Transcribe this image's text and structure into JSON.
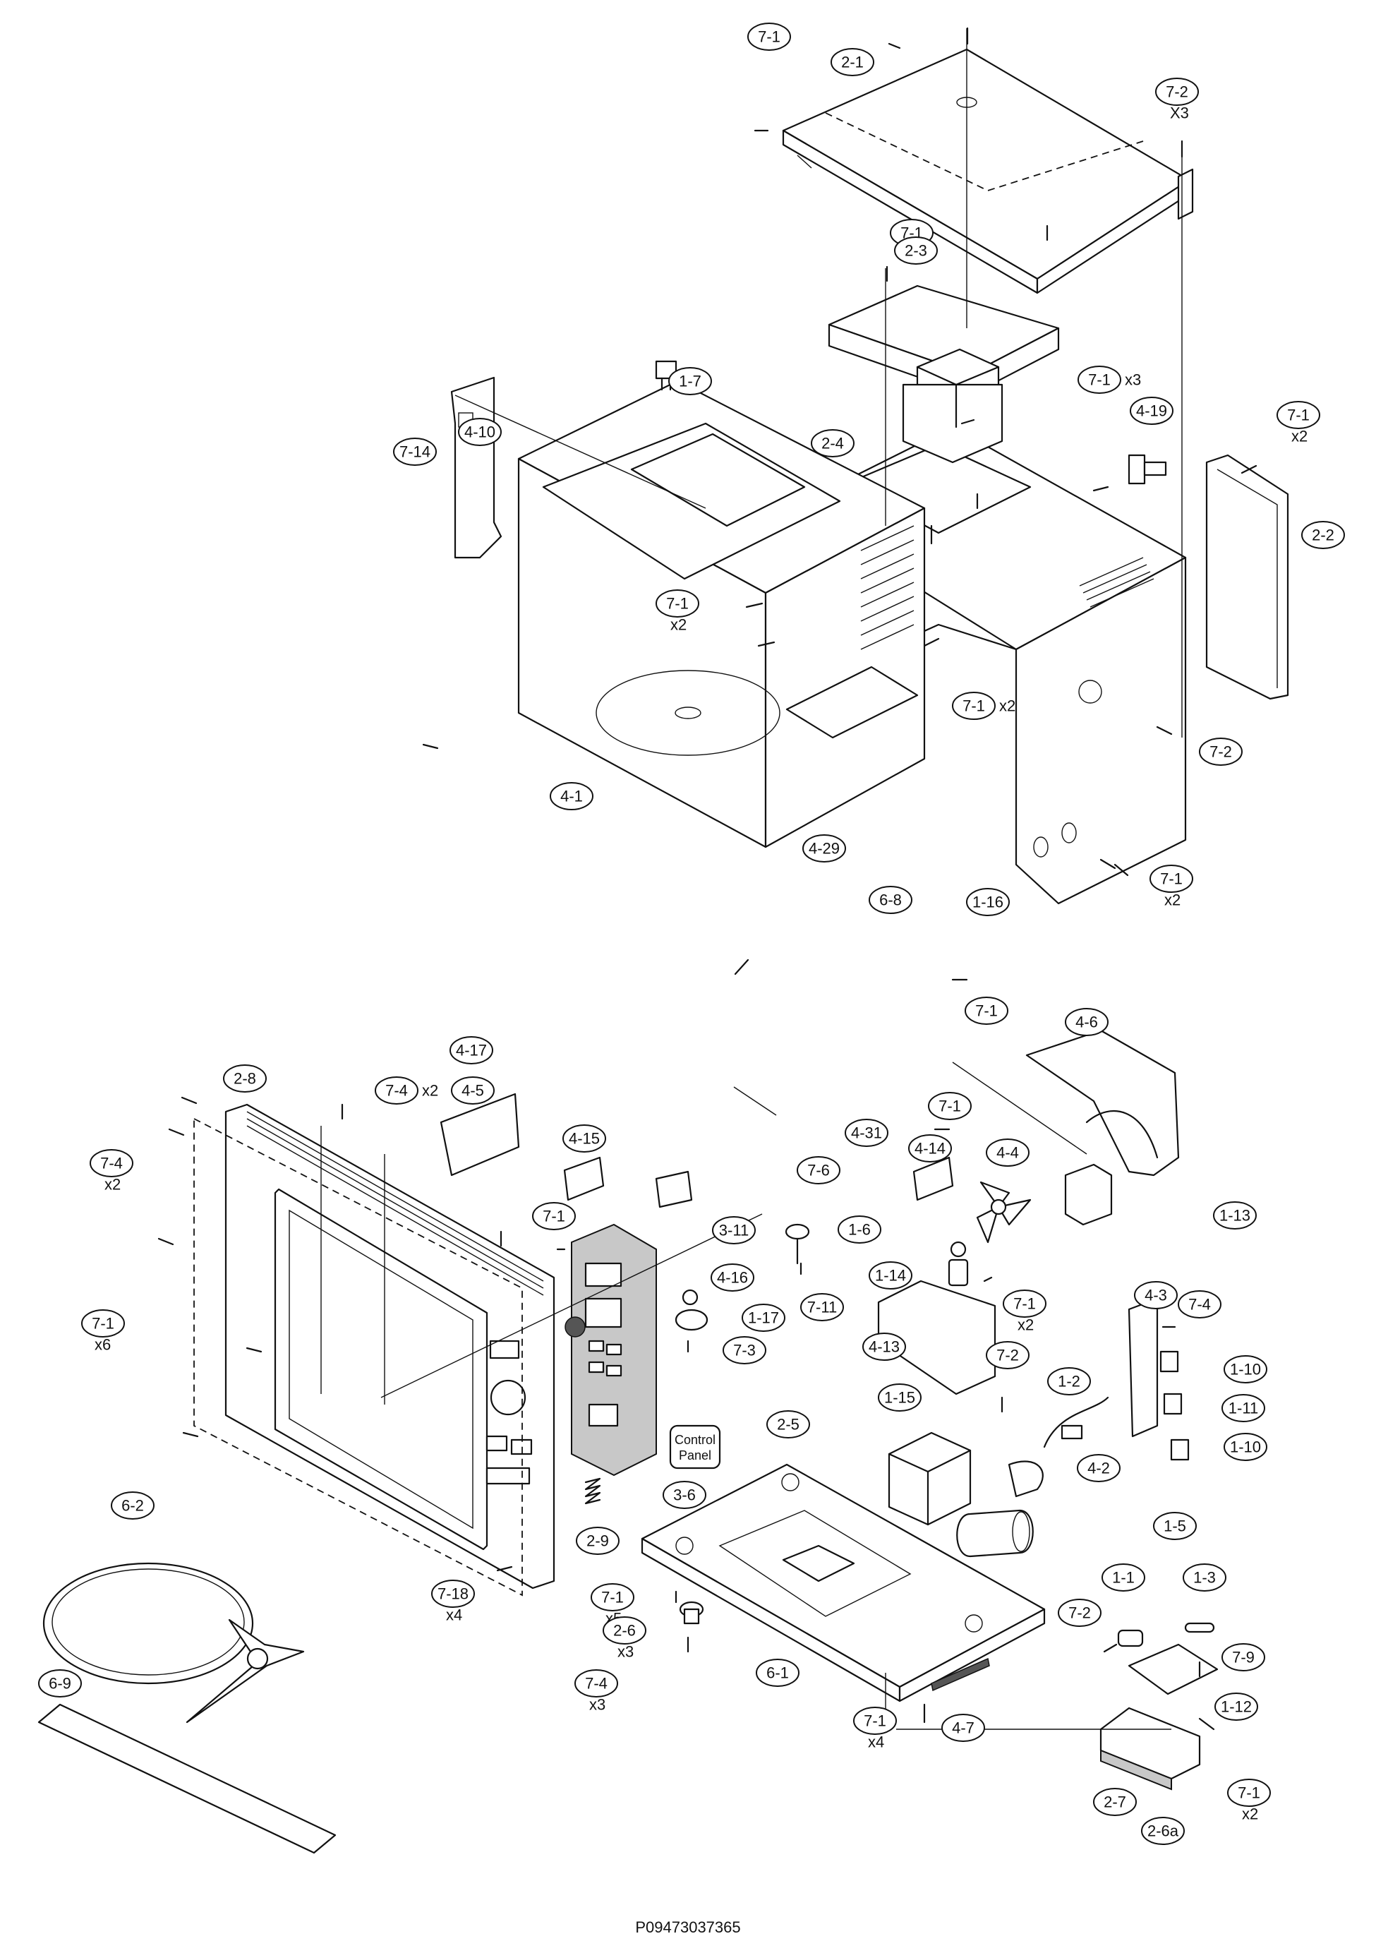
{
  "labels": [
    {
      "text": "7-1"
    },
    {
      "text": "2-1"
    },
    {
      "text": "7-2",
      "qty": "X3"
    },
    {
      "text": "7-1"
    },
    {
      "text": "2-3"
    },
    {
      "text": "7-1",
      "qty": "x3"
    },
    {
      "text": "4-19"
    },
    {
      "text": "7-1",
      "qty": "x2"
    },
    {
      "text": "2-4"
    },
    {
      "text": "2-2"
    },
    {
      "text": "7-1",
      "qty": "x2"
    },
    {
      "text": "7-14"
    },
    {
      "text": "4-10"
    },
    {
      "text": "7-1",
      "qty": "x2"
    },
    {
      "text": "1-7"
    },
    {
      "text": "7-2"
    },
    {
      "text": "4-1"
    },
    {
      "text": "4-29"
    },
    {
      "text": "6-8"
    },
    {
      "text": "1-16"
    },
    {
      "text": "7-1",
      "qty": "x2"
    },
    {
      "text": "7-1"
    },
    {
      "text": "4-6"
    },
    {
      "text": "4-17"
    },
    {
      "text": "2-8"
    },
    {
      "text": "7-4",
      "qty": "x2"
    },
    {
      "text": "4-5"
    },
    {
      "text": "7-1"
    },
    {
      "text": "7-4",
      "qty": "x2"
    },
    {
      "text": "4-15"
    },
    {
      "text": "4-31"
    },
    {
      "text": "7-6"
    },
    {
      "text": "4-14"
    },
    {
      "text": "4-4"
    },
    {
      "text": "7-1"
    },
    {
      "text": "3-11"
    },
    {
      "text": "1-6"
    },
    {
      "text": "1-13"
    },
    {
      "text": "4-16"
    },
    {
      "text": "1-14"
    },
    {
      "text": "4-3"
    },
    {
      "text": "7-1",
      "qty": "x6"
    },
    {
      "text": "1-17"
    },
    {
      "text": "7-11"
    },
    {
      "text": "7-1",
      "qty": "x2"
    },
    {
      "text": "7-4"
    },
    {
      "text": "7-3"
    },
    {
      "text": "4-13"
    },
    {
      "text": "7-2"
    },
    {
      "text": "1-10"
    },
    {
      "text": "1-15"
    },
    {
      "text": "1-2"
    },
    {
      "text": "1-11"
    },
    {
      "text": "2-5"
    },
    {
      "text": "1-10"
    },
    {
      "text": "3-6"
    },
    {
      "text": "4-2"
    },
    {
      "text": "2-9"
    },
    {
      "text": "1-5"
    },
    {
      "text": "6-2"
    },
    {
      "text": "1-1"
    },
    {
      "text": "1-3"
    },
    {
      "text": "7-18",
      "qty": "x4"
    },
    {
      "text": "7-1",
      "qty": "x5"
    },
    {
      "text": "7-2"
    },
    {
      "text": "2-6",
      "qty": "x3"
    },
    {
      "text": "6-1"
    },
    {
      "text": "7-9"
    },
    {
      "text": "6-9"
    },
    {
      "text": "7-4",
      "qty": "x3"
    },
    {
      "text": "4-7"
    },
    {
      "text": "1-12"
    },
    {
      "text": "7-1",
      "qty": "x4"
    },
    {
      "text": "2-7"
    },
    {
      "text": "7-1",
      "qty": "x2"
    },
    {
      "text": "2-6a"
    }
  ],
  "control_panel": {
    "line1": "Control",
    "line2": "Panel"
  },
  "document_code": "P09473037365"
}
